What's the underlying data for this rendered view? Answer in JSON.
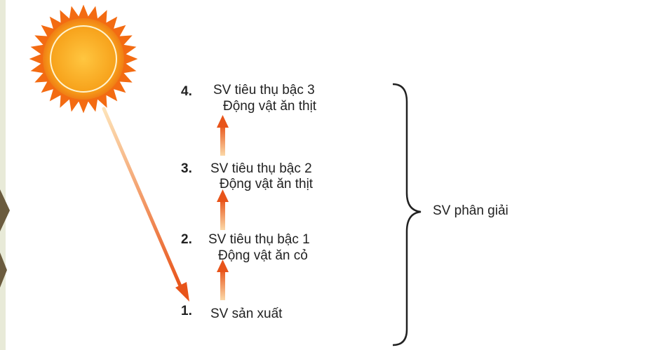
{
  "levels": [
    {
      "number": "4.",
      "line1": "SV tiêu thụ bậc 3",
      "line2": "Động vật ăn thịt"
    },
    {
      "number": "3.",
      "line1": "SV tiêu thụ bậc 2",
      "line2": "Động vật ăn thịt"
    },
    {
      "number": "2.",
      "line1": "SV tiêu thụ bậc 1",
      "line2": "Động vật ăn cỏ"
    },
    {
      "number": "1.",
      "line1": "SV sản xuất",
      "line2": ""
    }
  ],
  "decomposers_label": "SV phân giải",
  "colors": {
    "sun_core": "#f7a21b",
    "sun_rays": "#f36b12",
    "arrow": "#e8541a",
    "page_edge": "#6b5b3e"
  }
}
